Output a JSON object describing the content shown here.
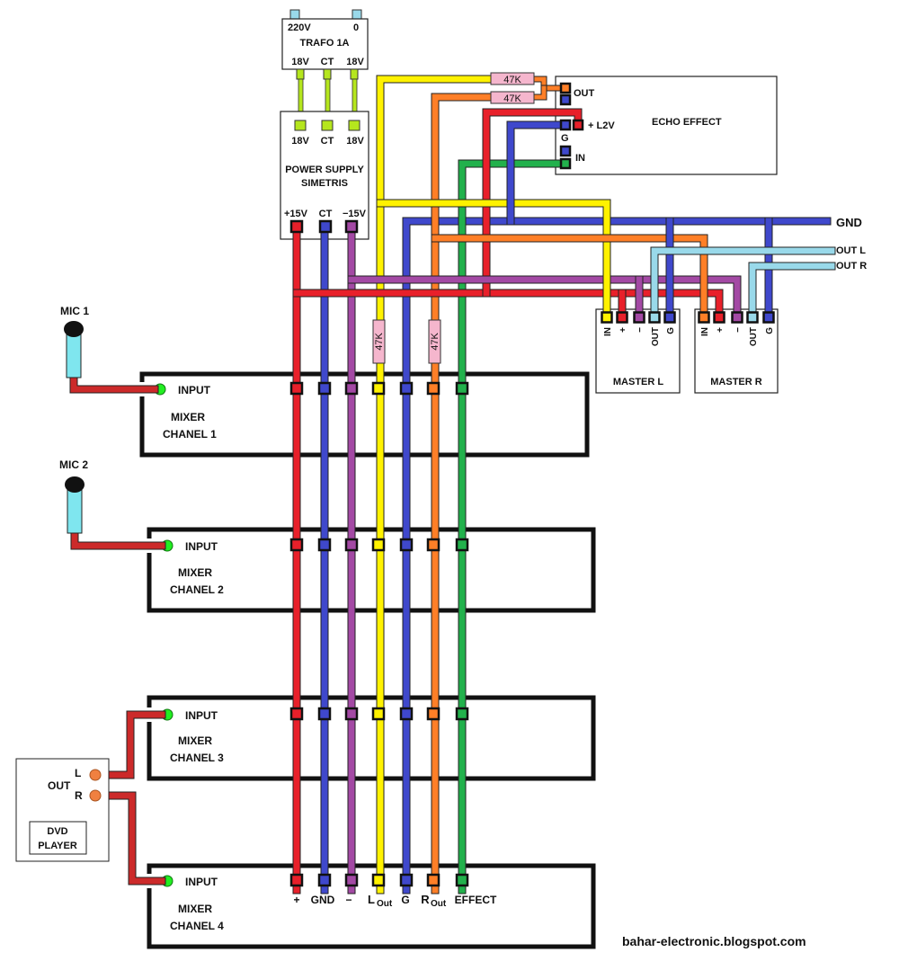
{
  "colors": {
    "red": "#e8202a",
    "blue": "#3f48cc",
    "purple": "#a349a4",
    "yellow": "#fff200",
    "orange": "#ff7f27",
    "green": "#22b14c",
    "lightblue": "#99d9ea",
    "lime": "#b5e61d",
    "pink": "#f5b6cd",
    "mic_body": "#7fe6ef",
    "input_dot": "#22ee22",
    "dvd_jack": "#f08040",
    "wire_dark_red": "#cc2a2a"
  },
  "trafo": {
    "title": "TRAFO 1A",
    "in_left": "220V",
    "in_right": "0",
    "out": [
      "18V",
      "CT",
      "18V"
    ]
  },
  "power_supply": {
    "title_line1": "POWER SUPPLY",
    "title_line2": "SIMETRIS",
    "in": [
      "18V",
      "CT",
      "18V"
    ],
    "out": [
      "+15V",
      "CT",
      "−15V"
    ]
  },
  "echo_effect": {
    "title": "ECHO EFFECT",
    "out_label": "OUT",
    "g_label": "G",
    "in_label": "IN",
    "supply_label": "+ L2V"
  },
  "resistors": {
    "value": "47K"
  },
  "bus_labels": {
    "gnd": "GND",
    "out_l": "OUT L",
    "out_r": "OUT R"
  },
  "masters": [
    {
      "title": "MASTER L",
      "pins": [
        "IN",
        "+",
        "−",
        "OUT",
        "G"
      ]
    },
    {
      "title": "MASTER  R",
      "pins": [
        "IN",
        "+",
        "−",
        "OUT",
        "G"
      ]
    }
  ],
  "mics": [
    {
      "label": "MIC 1"
    },
    {
      "label": "MIC 2"
    }
  ],
  "dvd_player": {
    "title_line1": "DVD",
    "title_line2": "PLAYER",
    "out_label": "OUT",
    "l_label": "L",
    "r_label": "R"
  },
  "mixers": [
    {
      "line1": "MIXER",
      "line2": "CHANEL 1",
      "input": "INPUT"
    },
    {
      "line1": "MIXER",
      "line2": "CHANEL 2",
      "input": "INPUT"
    },
    {
      "line1": "MIXER",
      "line2": "CHANEL 3",
      "input": "INPUT"
    },
    {
      "line1": "MIXER",
      "line2": "CHANEL 4",
      "input": "INPUT"
    }
  ],
  "bus_pin_labels": {
    "plus": "+",
    "gnd": "GND",
    "minus": "−",
    "lout_main": "L",
    "lout_sub": "Out",
    "g": "G",
    "rout_main": "R",
    "rout_sub": "Out",
    "effect": "EFFECT"
  },
  "footer": {
    "url": "bahar-electronic.blogspot.com"
  }
}
